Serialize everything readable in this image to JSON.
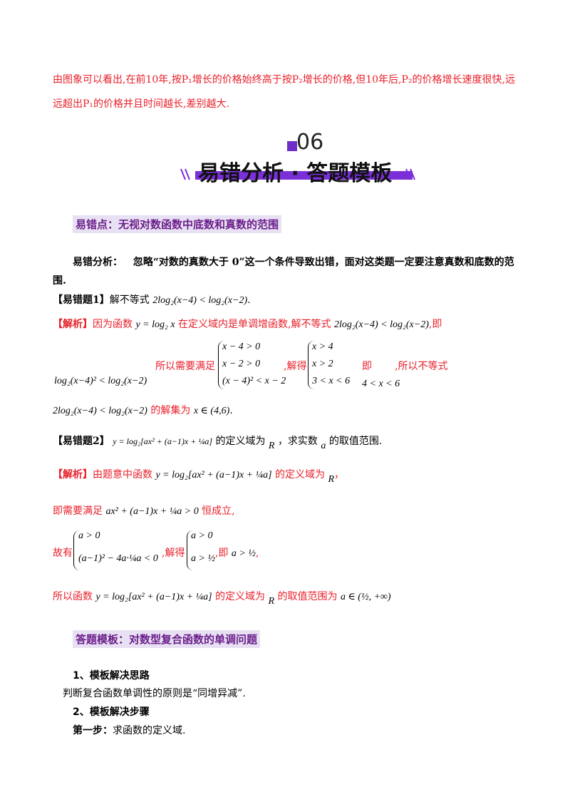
{
  "intro": {
    "line1": "由图象可以看出,在前10年,按P₁增长的价格始终高于按P₂增长的价格,但10年后,P₂的价格增长速度很快,远",
    "line2": "远超出P₁的价格并且时间越长,差别越大."
  },
  "section_banner": {
    "number": "06",
    "title": "易错分析 · 答题模板"
  },
  "error_point": {
    "heading": "易错点：无视对数函数中底数和真数的范围",
    "analysis_label": "易错分析：",
    "analysis_text_1": "忽略“对数的真数大于 0”这一个条件导致出错，面对这类题一定要注意真数和底数的范",
    "analysis_text_2": "围."
  },
  "problem1": {
    "label": "【易错题1】",
    "prompt": "解不等式",
    "inequality": "2log₂(x−4) < log₂(x−2)",
    "solution_label": "【解析】",
    "sol_a": "因为函数",
    "sol_func": "y = log₂ x",
    "sol_b": "在定义域内是单调增函数,解不等式",
    "sol_ineq": "2log₂(x−4) < log₂(x−2)",
    "sol_c": ",即",
    "needs": "所以需要满足",
    "system1": [
      "x − 4 > 0",
      "x − 2 > 0",
      "(x − 4)² < x − 2"
    ],
    "solve_word": ",解得",
    "system2": [
      "x > 4",
      "x > 2",
      "3 < x < 6"
    ],
    "ji": "即",
    "range": "4 < x < 6",
    "so": ",所以不等式",
    "left_ineq": "log₂(x−4)² < log₂(x−2)",
    "final_ineq": "2log₂(x−4) < log₂(x−2)",
    "final_text": "的解集为",
    "final_set": "x ∈ (4,6)"
  },
  "problem2": {
    "label": "【易错题2】",
    "func": "y = log₂[ax² + (a−1)x + ¼a]",
    "q_a": "的定义域为",
    "R": "R",
    "q_b": "，求实数",
    "a": "a",
    "q_c": "的取值范围.",
    "solution_label": "【解析】",
    "s1_a": "由题意中函数",
    "s1_func": "y = log₂[ax² + (a−1)x + ¼a]",
    "s1_b": "的定义域为",
    "s1_c": "，",
    "s2_a": "即需要满足",
    "s2_expr": "ax² + (a−1)x + ¼a > 0",
    "s2_b": "恒成立,",
    "s3_a": "故有",
    "sysA": [
      "a > 0",
      "(a−1)² − 4a·¼a < 0"
    ],
    "s3_b": ",解得",
    "sysB": [
      "a > 0",
      "a > ½"
    ],
    "s3_c": ",即",
    "s3_res": "a > ½",
    "s3_d": ",",
    "s4_a": "所以函数",
    "s4_func": "y = log₂[ax² + (a−1)x + ¼a]",
    "s4_b": "的定义域为",
    "s4_c": "的取值范围为",
    "s4_set": "a ∈ (½, +∞)"
  },
  "template": {
    "heading": "答题模板：对数型复合函数的单调问题",
    "item1_title": "1、模板解决思路",
    "item1_text": "判断复合函数单调性的原则是“同增异减”.",
    "item2_title": "2、模板解决步骤",
    "step1_label": "第一步：",
    "step1_text": "求函数的定义域."
  },
  "colors": {
    "red": "#e8202a",
    "purple": "#7a2fd8",
    "highlight": "#e8e0f3"
  }
}
